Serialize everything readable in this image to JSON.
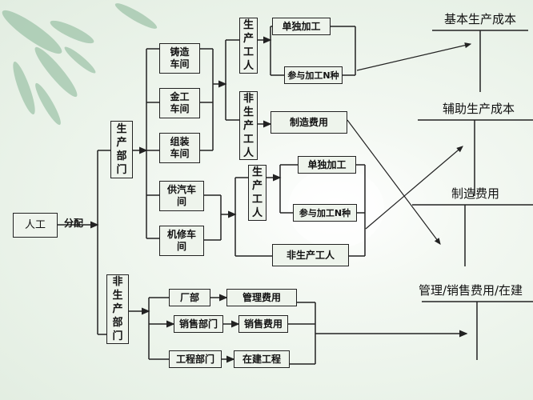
{
  "root": "人工",
  "allocate_label": "分配",
  "production_dept": "生产部门",
  "nonproduction_dept": "非生产部门",
  "workshops": [
    "铸造车间",
    "金工车间",
    "组装车间",
    "供汽车间",
    "机修车间"
  ],
  "basic_group": {
    "production_workers": "生产工人",
    "nonproduction_workers": "非生产工人",
    "single_process": "单独加工",
    "multi_process": "参与加工N种",
    "overhead": "制造费用"
  },
  "aux_group": {
    "production_workers": "生产工人",
    "single_process": "单独加工",
    "multi_process": "参与加工N种",
    "nonproduction_workers": "非生产工人"
  },
  "nonprod_rows": [
    {
      "dept": "厂部",
      "expense": "管理费用"
    },
    {
      "dept": "销售部门",
      "expense": "销售费用"
    },
    {
      "dept": "工程部门",
      "expense": "在建工程"
    }
  ],
  "accounts": [
    "基本生产成本",
    "辅助生产成本",
    "制造费用",
    "管理/销售费用/在建"
  ],
  "colors": {
    "line": "#222222",
    "background": "#eaf3e9",
    "leaf": "#7fae8c"
  }
}
